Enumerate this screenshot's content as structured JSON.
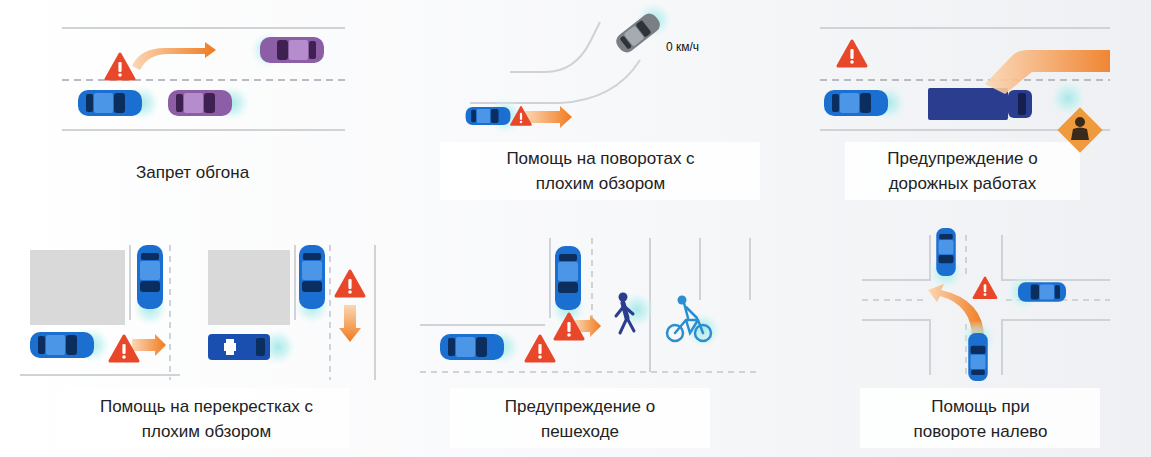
{
  "diagram": {
    "labels": [
      "Запрет обгона",
      "0 км/ч",
      "Помощь на поворотах с плохим обзором",
      "Предупреждение о дорожных работах",
      "Помощь на перекрестках с плохим обзором",
      "Предупреждение о пешеходе",
      "Помощь при повороте налево"
    ]
  }
}
